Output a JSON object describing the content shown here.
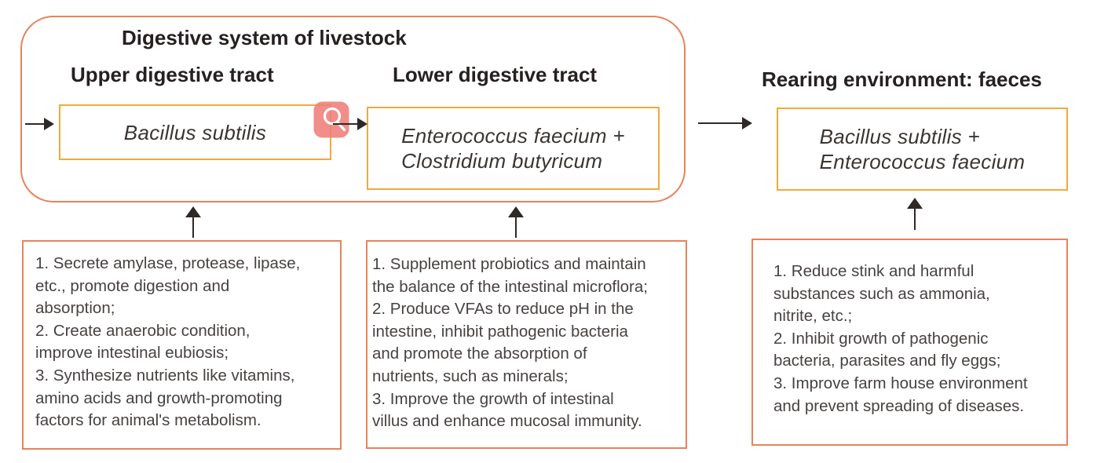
{
  "colors": {
    "outer_border": "#e8825c",
    "inner_border": "#f2a93c",
    "arrow": "#2e2927",
    "heading": "#262020",
    "body": "#474240",
    "species": "#3a3531",
    "magnifier": "#ef7e79"
  },
  "diagram": {
    "title": "Digestive system of livestock",
    "headings": {
      "upper": "Upper digestive tract",
      "lower": "Lower digestive tract",
      "rearing": "Rearing environment: faeces"
    },
    "species_boxes": {
      "upper": {
        "lines": [
          "Bacillus subtilis"
        ]
      },
      "lower": {
        "lines": [
          "Enterococcus faecium +",
          "Clostridium butyricum"
        ]
      },
      "rearing": {
        "lines": [
          "Bacillus subtilis +",
          "Enterococcus faecium"
        ]
      }
    },
    "function_boxes": {
      "upper": {
        "lines": [
          "1. Secrete amylase, protease, lipase,",
          "etc., promote digestion and",
          "absorption;",
          "2. Create anaerobic condition,",
          "improve intestinal eubiosis;",
          "3. Synthesize nutrients like vitamins,",
          "amino acids and growth-promoting",
          "factors for animal's metabolism."
        ]
      },
      "lower": {
        "lines": [
          "1. Supplement probiotics and maintain",
          "the balance of the intestinal microflora;",
          "2. Produce VFAs to reduce pH in the",
          "intestine, inhibit pathogenic bacteria",
          "and promote the absorption of",
          "nutrients, such as minerals;",
          "3. Improve the growth of intestinal",
          "villus and enhance mucosal immunity."
        ]
      },
      "rearing": {
        "lines": [
          "1. Reduce stink and harmful",
          "substances such as ammonia,",
          "nitrite, etc.;",
          "2. Inhibit growth of pathogenic",
          "bacteria, parasites and fly eggs;",
          "3. Improve farm house environment",
          "and prevent spreading of diseases."
        ]
      }
    },
    "icons": {
      "magnifier": "magnifying-glass"
    }
  }
}
